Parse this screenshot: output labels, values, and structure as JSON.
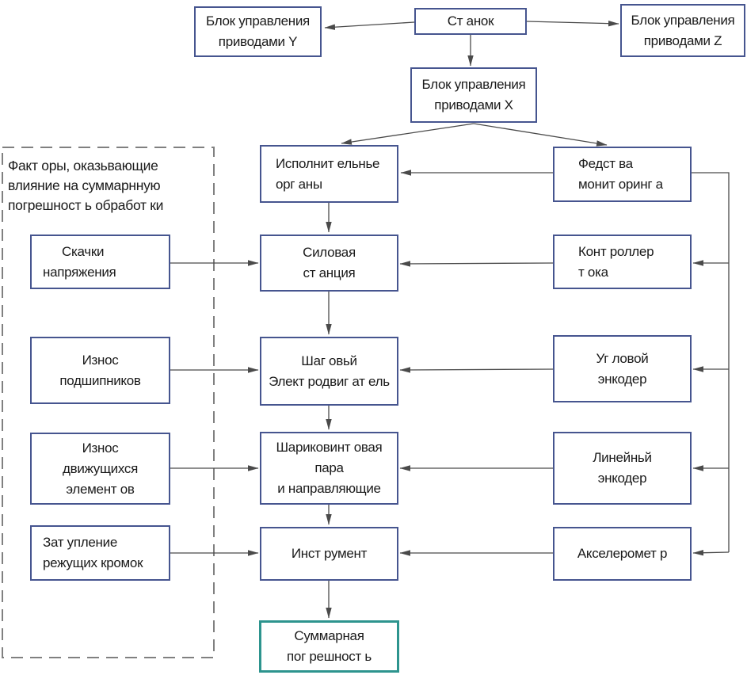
{
  "colors": {
    "box-border": "#46558f",
    "accent-border": "#2d948e",
    "line-color": "#4a4a4a",
    "dash-color": "#808080",
    "text-color": "#1a1a1a",
    "bg-color": "#ffffff"
  },
  "factors_note": {
    "lines": [
      "Факт оры, оказьвающие",
      "влияние на суммарнную",
      "погрешност ь обработ ки"
    ]
  },
  "nodes": {
    "blok_y": {
      "lines": [
        "Блок управления",
        "приводами Y"
      ]
    },
    "stanok": {
      "lines": [
        "Ст анок"
      ]
    },
    "blok_z": {
      "lines": [
        "Блок управления",
        "приводами Z"
      ]
    },
    "blok_x": {
      "lines": [
        "Блок управления",
        "приводами X"
      ]
    },
    "ispolnit": {
      "lines": [
        "Исполнит ельнье",
        "орг аны"
      ]
    },
    "sredstva": {
      "lines": [
        "Федст ва",
        "монит оринг а"
      ]
    },
    "skachki": {
      "lines": [
        "Скачки",
        "напряжения"
      ]
    },
    "silovaya": {
      "lines": [
        "Силовая",
        "ст анция"
      ]
    },
    "kontroller": {
      "lines": [
        "Конт роллер",
        "т ока"
      ]
    },
    "iznos_podshipnikov": {
      "lines": [
        "Износ",
        "подшипников"
      ]
    },
    "shagovy": {
      "lines": [
        "Шаг овьй",
        "Элект родвиг ат ель"
      ]
    },
    "uglovoy": {
      "lines": [
        "Уг ловой",
        "энкодер"
      ]
    },
    "iznos_dvizhushchihsya": {
      "lines": [
        "Износ",
        "движущихся",
        "элемент ов"
      ]
    },
    "sharikovint": {
      "lines": [
        "Шариковинт овая",
        "пара",
        "и направляющие"
      ]
    },
    "lineyny": {
      "lines": [
        "Линейньй",
        "энкодер"
      ]
    },
    "zatuplenie": {
      "lines": [
        "Зат упление",
        "режущих кромок"
      ]
    },
    "instrument": {
      "lines": [
        "Инст румент"
      ]
    },
    "akselerometr": {
      "lines": [
        "Акселеромет р"
      ]
    },
    "summarnaya": {
      "lines": [
        "Суммарная",
        "пог решност ь"
      ]
    }
  },
  "edges": [
    {
      "from": "stanok",
      "to": "blok_y"
    },
    {
      "from": "stanok",
      "to": "blok_z"
    },
    {
      "from": "stanok",
      "to": "blok_x"
    },
    {
      "from": "blok_x",
      "to": "ispolnit"
    },
    {
      "from": "blok_x",
      "to": "sredstva"
    },
    {
      "from": "sredstva",
      "to": "ispolnit"
    },
    {
      "from": "ispolnit",
      "to": "silovaya"
    },
    {
      "from": "silovaya",
      "to": "shagovy"
    },
    {
      "from": "shagovy",
      "to": "sharikovint"
    },
    {
      "from": "sharikovint",
      "to": "instrument"
    },
    {
      "from": "instrument",
      "to": "summarnaya"
    },
    {
      "from": "skachki",
      "to": "silovaya"
    },
    {
      "from": "iznos_podshipnikov",
      "to": "shagovy"
    },
    {
      "from": "iznos_dvizhushchihsya",
      "to": "sharikovint"
    },
    {
      "from": "zatuplenie",
      "to": "instrument"
    },
    {
      "from": "kontroller",
      "to": "silovaya"
    },
    {
      "from": "uglovoy",
      "to": "shagovy"
    },
    {
      "from": "lineyny",
      "to": "sharikovint"
    },
    {
      "from": "akselerometr",
      "to": "instrument"
    },
    {
      "from": "sredstva",
      "to": "kontroller"
    },
    {
      "from": "sredstva",
      "to": "uglovoy"
    },
    {
      "from": "sredstva",
      "to": "lineyny"
    },
    {
      "from": "sredstva",
      "to": "akselerometr"
    }
  ]
}
